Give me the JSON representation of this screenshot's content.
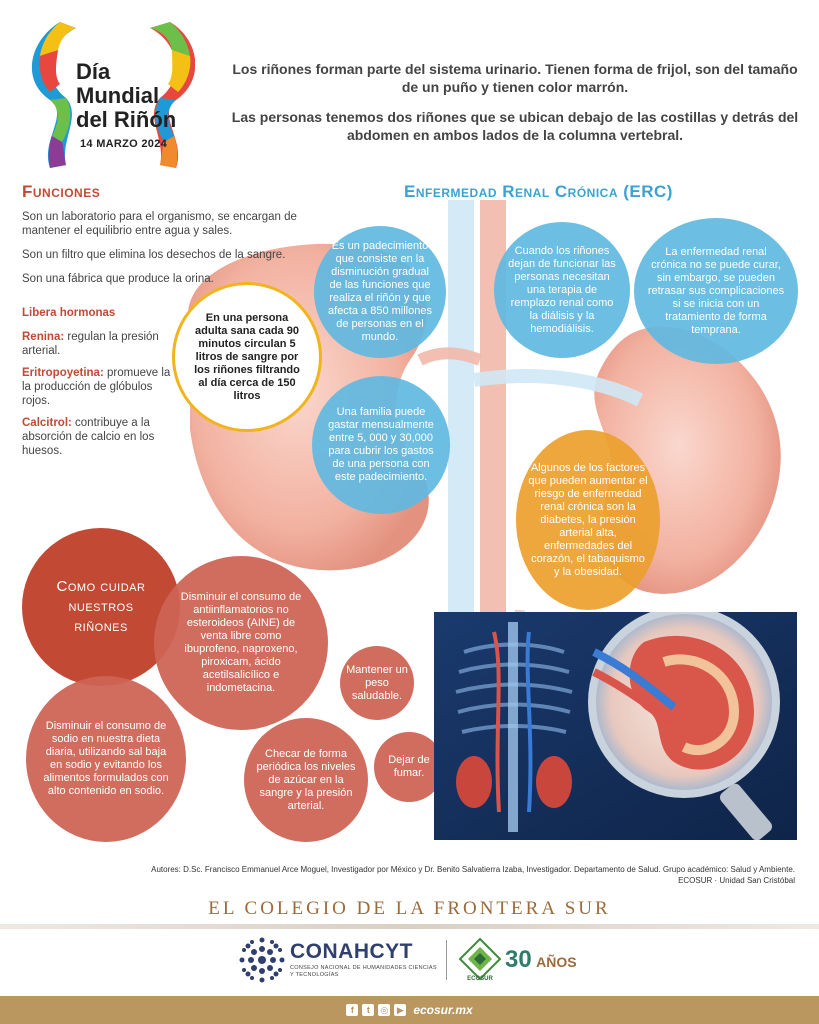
{
  "header": {
    "logo_line1": "Día",
    "logo_line2": "Mundial",
    "logo_line3": "del Riñón",
    "date": "14 MARZO 2024",
    "intro_p1": "Los riñones forman parte del sistema urinario. Tienen forma de frijol, son del tamaño de un puño y tienen color marrón.",
    "intro_p2": "Las personas tenemos dos riñones que se ubican debajo de las costillas y detrás del abdomen en ambos lados de la columna vertebral."
  },
  "funciones": {
    "title": "Funciones",
    "items": [
      "Son un laboratorio para el organismo, se encargan de mantener el equilibrio entre agua y sales.",
      "Son un filtro que elimina los desechos de la sangre.",
      "Son una fábrica que produce la orina."
    ],
    "hormonas_title": "Libera hormonas",
    "hormonas": [
      {
        "name": "Renina:",
        "desc": " regulan la presión arterial."
      },
      {
        "name": "Eritropoyetina:",
        "desc": " promueve la la producción de glóbulos rojos."
      },
      {
        "name": "Calcitrol:",
        "desc": " contribuye a la absorción de calcio en los huesos."
      }
    ],
    "highlight": "En una persona adulta sana cada 90 minutos circulan 5 litros de sangre por los riñones filtrando al día cerca de 150 litros"
  },
  "erc": {
    "title": "Enfermedad Renal Crónica (ERC)",
    "bubble1": "Es un padecimiento que consiste en la disminución gradual de las funciones que realiza el riñón y que afecta a 850 millones de personas en el mundo.",
    "bubble2": "Cuando los riñones dejan de funcionar las personas necesitan una terapia de remplazo renal como la diálisis y la hemodiálisis.",
    "bubble3": "La enfermedad renal crónica no se puede curar, sin embargo, se pueden retrasar sus complicaciones si se inicia con un tratamiento de forma temprana.",
    "bubble4": "Una familia puede gastar mensualmente entre 5, 000 y 30,000 para cubrir los gastos de una persona con este padecimiento.",
    "bubble5": "Algunos de los factores que pueden aumentar el riesgo de enfermedad renal crónica son la diabetes, la presión arterial alta, enfermedades del corazón, el tabaquismo y la obesidad."
  },
  "cuidados": {
    "title": "Como cuidar nuestros riñones",
    "tip1": "Disminuir el consumo de antiinflamatorios no esteroideos (AINE) de venta libre como ibuprofeno, naproxeno, piroxicam, ácido acetilsalicílico e indometacina.",
    "tip2": "Mantener un peso saludable.",
    "tip3": "Disminuir el consumo de sodio en nuestra dieta diaria, utilizando sal baja en sodio y evitando los alimentos formulados con alto contenido en sodio.",
    "tip4": "Checar de forma periódica los niveles de azúcar en la sangre y la presión arterial.",
    "tip5": "Dejar de fumar."
  },
  "authors": {
    "line1": "Autores: D.Sc. Francisco Emmanuel Arce Moguel, Investigador por México y Dr. Benito Salvatierra Izaba, Investigador. Departamento de Salud. Grupo académico: Salud y Ambiente.",
    "line2": "ECOSUR · Unidad San Cristóbal"
  },
  "institution": "EL COLEGIO DE LA FRONTERA SUR",
  "conahcyt": {
    "name": "CONAHCYT",
    "sub": "CONSEJO NACIONAL DE HUMANIDADES CIENCIAS Y TECNOLOGÍAS"
  },
  "ecosur_label": "ECOSUR",
  "anniversary_num": "30",
  "anniversary_txt": "AÑOS",
  "footer": {
    "website": "ecosur.mx",
    "icons": [
      "facebook-icon",
      "twitter-icon",
      "instagram-icon",
      "youtube-icon"
    ]
  },
  "colors": {
    "accent_red": "#c24a34",
    "accent_blue": "#3aa3d1",
    "accent_orange": "#ec9f2c",
    "accent_yellow": "#f2b41c",
    "footer_gold": "#b9975e"
  }
}
